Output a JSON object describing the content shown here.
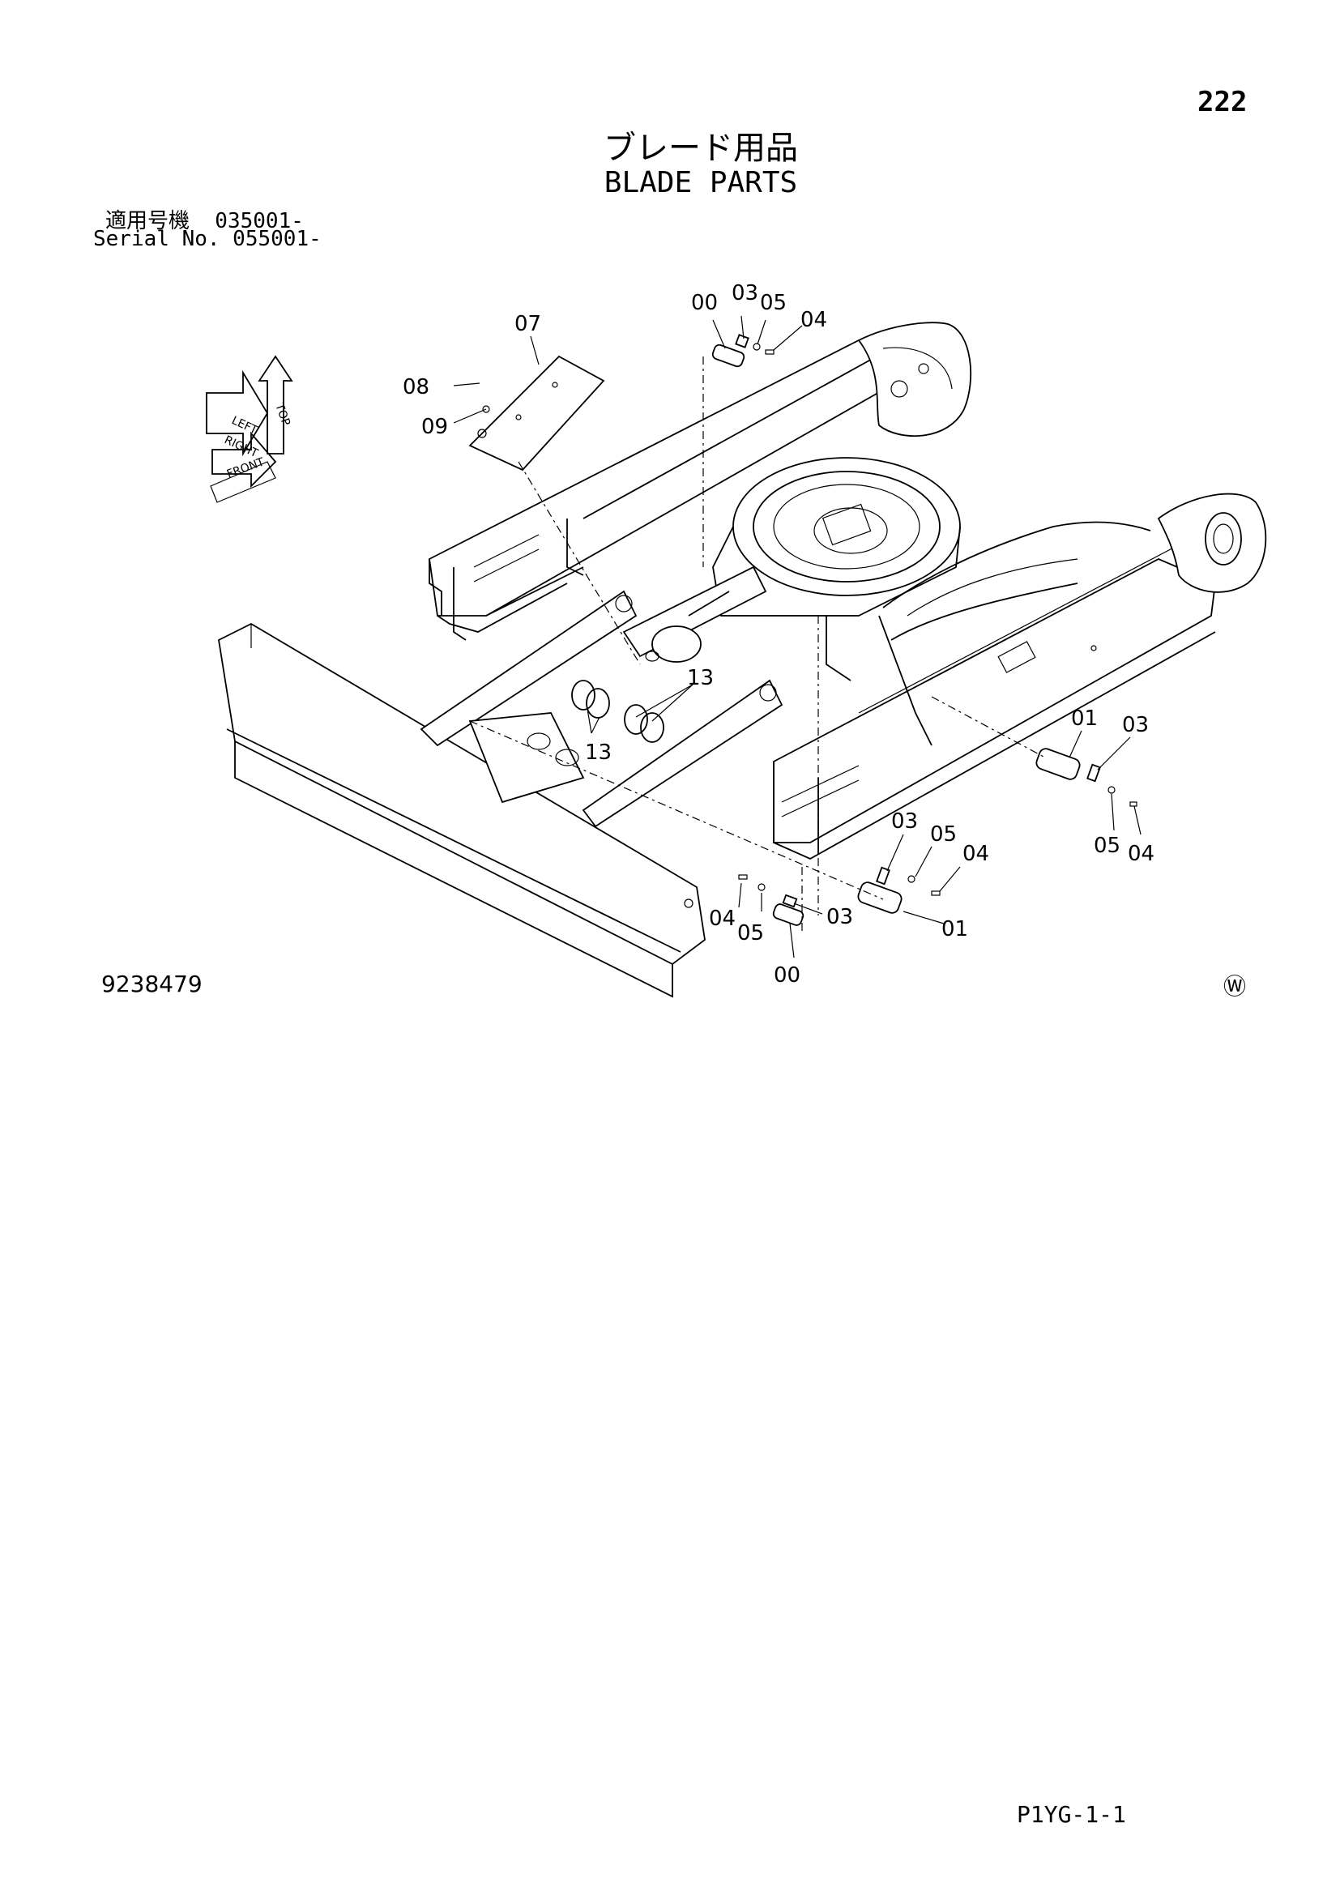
{
  "page_number": "222",
  "title_ja": "ブレード用品",
  "title_en": "BLADE PARTS",
  "serial_ja": "適用号機  035001-",
  "serial_en": "Serial No. 055001-",
  "drawing_number": "9238479",
  "watermark_mark": "Ⓦ",
  "page_code": "P1YG-1-1",
  "orientation_labels": [
    "TOP",
    "LEFT",
    "RIGHT",
    "FRONT"
  ],
  "callouts": [
    {
      "id": "c-00-top",
      "text": "00"
    },
    {
      "id": "c-03-top",
      "text": "03"
    },
    {
      "id": "c-05-top",
      "text": "05"
    },
    {
      "id": "c-04-top",
      "text": "04"
    },
    {
      "id": "c-07",
      "text": "07"
    },
    {
      "id": "c-08",
      "text": "08"
    },
    {
      "id": "c-09",
      "text": "09"
    },
    {
      "id": "c-13-a",
      "text": "13"
    },
    {
      "id": "c-13-b",
      "text": "13"
    },
    {
      "id": "c-01-right",
      "text": "01"
    },
    {
      "id": "c-03-right",
      "text": "03"
    },
    {
      "id": "c-05-right",
      "text": "05"
    },
    {
      "id": "c-04-right",
      "text": "04"
    },
    {
      "id": "c-03-mid",
      "text": "03"
    },
    {
      "id": "c-05-mid",
      "text": "05"
    },
    {
      "id": "c-04-mid",
      "text": "04"
    },
    {
      "id": "c-01-mid",
      "text": "01"
    },
    {
      "id": "c-03-bottom",
      "text": "03"
    },
    {
      "id": "c-04-bottom",
      "text": "04"
    },
    {
      "id": "c-05-bottom",
      "text": "05"
    },
    {
      "id": "c-00-bottom",
      "text": "00"
    }
  ]
}
